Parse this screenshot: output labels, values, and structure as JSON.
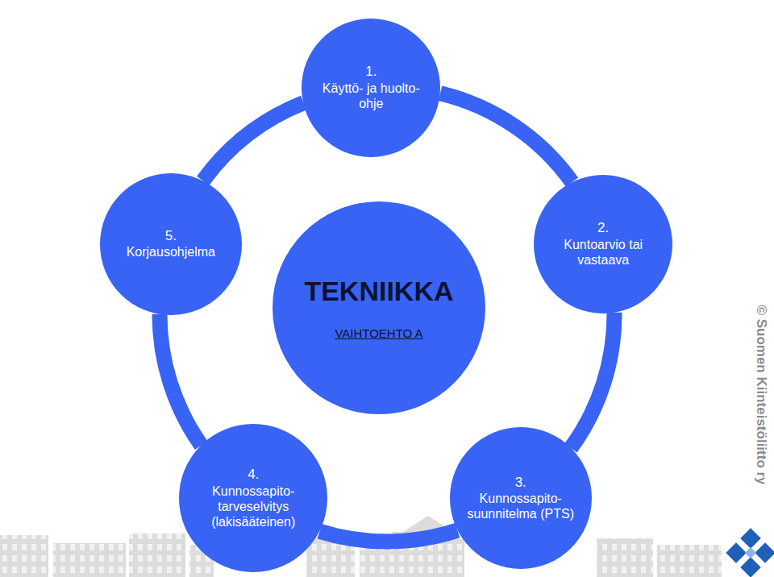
{
  "diagram": {
    "nodes": [
      {
        "text": [
          "TEKNIIKKA",
          "VAIHTOEHTO A"
        ]
      },
      {
        "text": [
          "1.",
          "Käyttö- ja huolto- ohje"
        ]
      },
      {
        "text": [
          "2.",
          "Kuntoarvio tai vastaava"
        ]
      },
      {
        "text": [
          "3.",
          "Kunnossapito- suunnitelma (PTS)"
        ]
      },
      {
        "text": [
          "4.",
          "Kunnossapito- tarveselvitys (lakisääteinen)"
        ]
      },
      {
        "text": [
          "5.",
          "Korjausohjelma"
        ]
      }
    ],
    "edges": [
      {
        "from": 1,
        "to": 2,
        "arrow": "none"
      },
      {
        "from": 2,
        "to": 3,
        "arrow": "none"
      },
      {
        "from": 3,
        "to": 4,
        "arrow": "none"
      },
      {
        "from": 4,
        "to": 5,
        "arrow": "none"
      },
      {
        "from": 5,
        "to": 1,
        "arrow": "none"
      }
    ],
    "labels": [
      "© Suomen Kiinteistöliitto ry"
    ]
  }
}
